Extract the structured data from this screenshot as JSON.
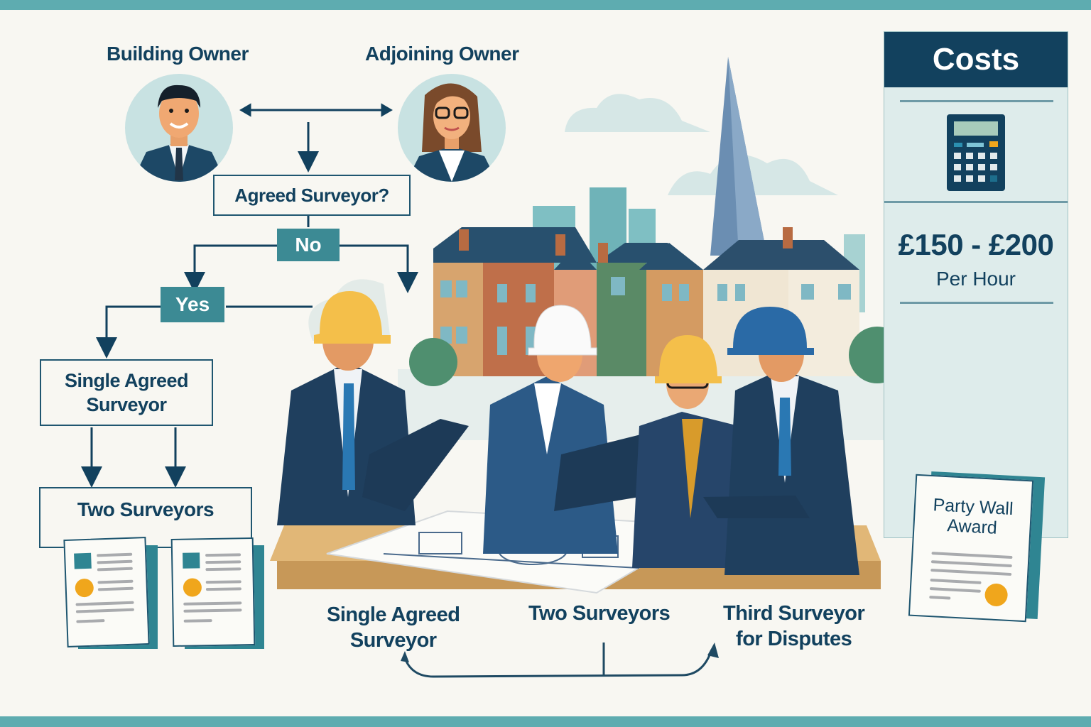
{
  "owners": {
    "building_owner": "Building Owner",
    "adjoining_owner": "Adjoining Owner"
  },
  "flowchart": {
    "question": "Agreed Surveyor?",
    "no_label": "No",
    "yes_label": "Yes",
    "single_agreed_line1": "Single Agreed",
    "single_agreed_line2": "Surveyor",
    "two_surveyors": "Two Surveyors"
  },
  "costs": {
    "title": "Costs",
    "icon": "calculator-icon",
    "price": "£150 - £200",
    "unit": "Per Hour"
  },
  "award_document": {
    "line1": "Party Wall",
    "line2": "Award"
  },
  "bottom_flow": {
    "step1_line1": "Single Agreed",
    "step1_line2": "Surveyor",
    "step2": "Two Surveyors",
    "step3_line1": "Third Surveyor",
    "step3_line2": "for Disputes"
  },
  "colors": {
    "navy": "#12415e",
    "teal": "#3c8a94",
    "band": "#5eacb0",
    "background": "#f8f7f2",
    "accent_orange": "#f0a61c"
  }
}
